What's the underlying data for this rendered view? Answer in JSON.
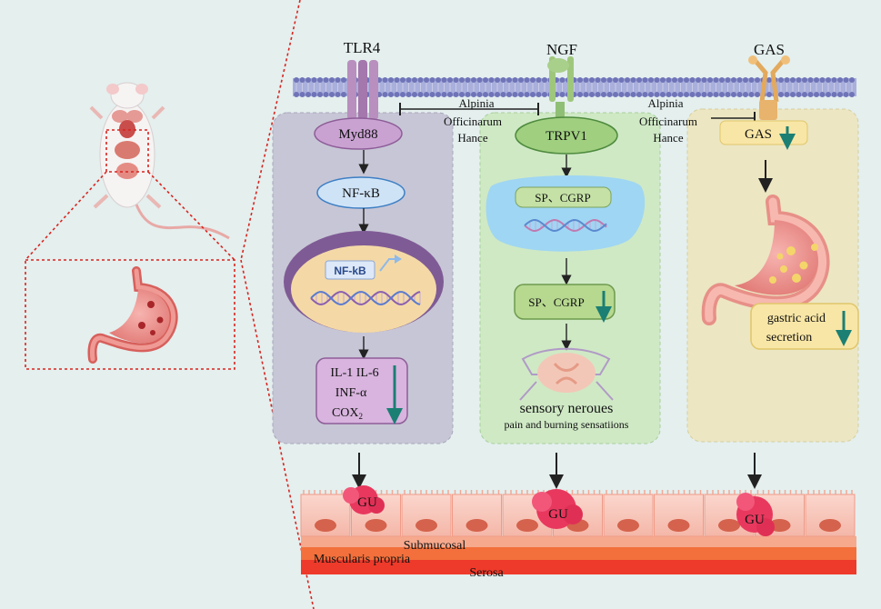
{
  "receptors": {
    "tlr4": "TLR4",
    "ngf": "NGF",
    "gas": "GAS"
  },
  "inhibitor_left": [
    "Alpinia",
    "Officinarum",
    "Hance"
  ],
  "inhibitor_right": [
    "Alpinia",
    "Officinarum",
    "Hance"
  ],
  "tlr4_pathway": {
    "myd88": "Myd88",
    "nfkb": "NF-κB",
    "nucleus_label": "NF-kB",
    "cytokines": [
      "IL-1 IL-6",
      "INF-α",
      "COX"
    ],
    "cox_subscript": "2"
  },
  "ngf_pathway": {
    "trpv1": "TRPV1",
    "sp_cgrp_top": "SP、CGRP",
    "sp_cgrp_bottom": "SP、CGRP",
    "sensory_title": "sensory neroues",
    "sensory_sub": "pain and burning sensatiions"
  },
  "gas_pathway": {
    "gas": "GAS",
    "acid_line1": "gastric acid",
    "acid_line2": "secretion"
  },
  "tissue": {
    "gu_labels": [
      "GU",
      "GU",
      "GU"
    ],
    "submucosal": "Submucosal",
    "muscularis": "Muscularis propria",
    "serosa": "Serosa"
  },
  "colors": {
    "background": "#e4efee",
    "membrane": "#8a8ec8",
    "tlr4_panel": "#c7c6d6",
    "ngf_panel": "#cfe9c5",
    "gas_panel": "#ece6c3",
    "down_arrow": "#1b7f74",
    "dashed_red": "#d8251f"
  }
}
